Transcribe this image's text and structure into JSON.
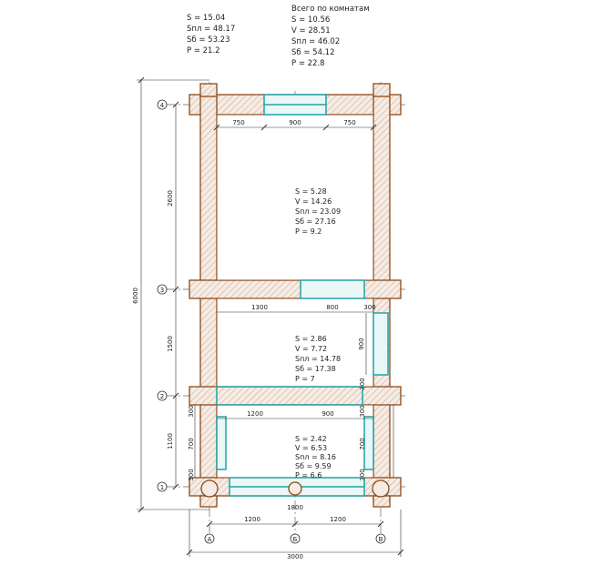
{
  "summary_left": {
    "lines": [
      "S   =  15.04",
      "Sпл  =  48.17",
      "Sб   =  53.23",
      "P   =  21.2"
    ]
  },
  "summary_right": {
    "title": "Всего по комнатам",
    "lines": [
      "S   =  10.56",
      "V   =  28.51",
      "Sпл  =  46.02",
      "Sб   =  54.12",
      "P   =  22.8"
    ]
  },
  "rooms": [
    {
      "lines": [
        "S   =  5.28",
        "V   =  14.26",
        "Sпл  =  23.09",
        "Sб   =  27.16",
        "P   =  9.2"
      ]
    },
    {
      "lines": [
        "S   =  2.86",
        "V   =  7.72",
        "Sпл  =  14.78",
        "Sб   =  17.38",
        "P   =  7"
      ]
    },
    {
      "lines": [
        "S   =  2.42",
        "V   =  6.53",
        "Sпл  =  8.16",
        "Sб   =  9.59",
        "P   =  6.6"
      ]
    }
  ],
  "axes": {
    "rows": [
      "4",
      "3",
      "2",
      "1"
    ],
    "cols": [
      "А",
      "Б",
      "В"
    ]
  },
  "dimensions": {
    "top_room": [
      "750",
      "900",
      "750"
    ],
    "overall_height": "6000",
    "left_chain": [
      "2600",
      "1500",
      "1100"
    ],
    "room2_top": [
      "1300",
      "800",
      "300"
    ],
    "room2_right": "900",
    "room3_top": [
      "1200",
      "900"
    ],
    "room3_left": [
      "300",
      "700",
      "300"
    ],
    "room3_right": [
      "300",
      "700",
      "300"
    ],
    "room2_left": "300",
    "bottom": [
      "1200",
      "1800",
      "1200"
    ],
    "overall_width": "3000"
  },
  "colors": {
    "wall_fill": "#f5e9e0",
    "wall_stroke": "#8b4a1a",
    "hatch": "#c9a28a",
    "opening": "#1fa3a3",
    "dimension_line": "#333333"
  }
}
